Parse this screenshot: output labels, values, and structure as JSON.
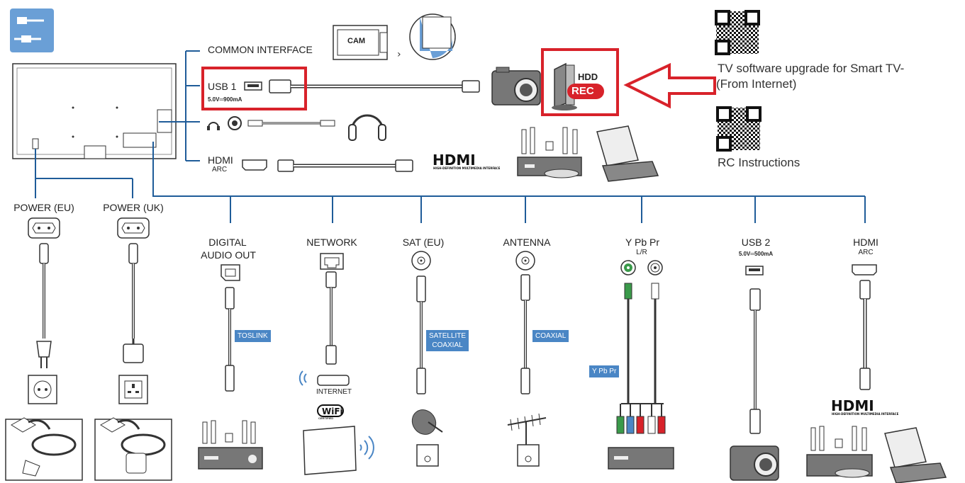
{
  "ports_top": {
    "common_interface": "COMMON INTERFACE",
    "cam": "CAM",
    "usb1": "USB 1",
    "usb1_power": "5.0V═900mA",
    "hdmi": "HDMI",
    "arc": "ARC",
    "hdd": "HDD",
    "rec": "REC"
  },
  "power": {
    "eu": "POWER (EU)",
    "uk": "POWER (UK)"
  },
  "ports_bottom": {
    "digital_audio_out_1": "DIGITAL",
    "digital_audio_out_2": "AUDIO OUT",
    "network": "NETWORK",
    "sat": "SAT (EU)",
    "antenna": "ANTENNA",
    "ypbpr": "Y Pb Pr",
    "lr": "L/R",
    "usb2": "USB 2",
    "usb2_power": "5.0V═500mA",
    "hdmi": "HDMI",
    "arc": "ARC"
  },
  "tags": {
    "toslink": "TOSLINK",
    "satellite_coaxial_1": "SATELLITE",
    "satellite_coaxial_2": "COAXIAL",
    "coaxial": "COAXIAL",
    "ypbpr": "Y Pb Pr"
  },
  "misc": {
    "internet": "INTERNET",
    "wifi": "WiFi",
    "wifi_certified": "CERTIFIED",
    "hdmi_logo": "HDMI",
    "hdmi_logo_sub": "HIGH-DEFINITION MULTIMEDIA INTERFACE"
  },
  "qr": {
    "software_line1": "TV software upgrade for Smart TV-",
    "software_line2": "(From Internet)",
    "rc_instructions": "RC Instructions"
  },
  "colors": {
    "accent_blue": "#1f5c99",
    "tag_blue": "#4a86c5",
    "highlight_red": "#d8222a"
  }
}
